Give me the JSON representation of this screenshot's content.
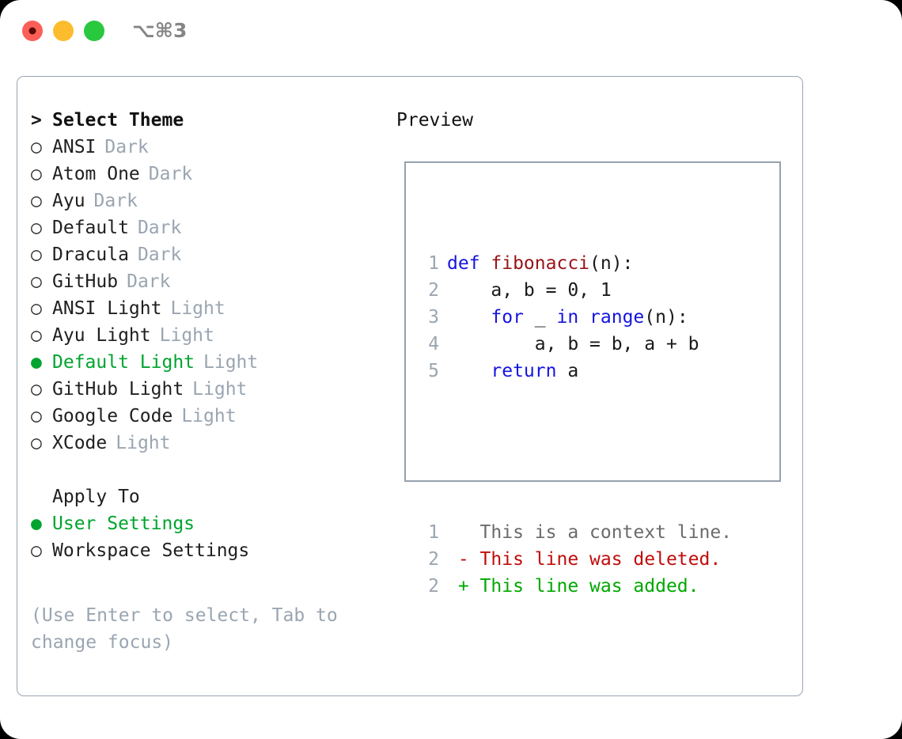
{
  "titlebar": {
    "shortcut": "⌥⌘3",
    "buttons": [
      {
        "name": "close",
        "color": "#fc5f57"
      },
      {
        "name": "minimize",
        "color": "#fdbc2e"
      },
      {
        "name": "maximize",
        "color": "#28c83f"
      }
    ]
  },
  "theme_picker": {
    "header_marker": ">",
    "header": "Select Theme",
    "marker_selected": "●",
    "marker_unselected": "○",
    "items": [
      {
        "label": "ANSI",
        "tag": "Dark",
        "selected": false
      },
      {
        "label": "Atom One",
        "tag": "Dark",
        "selected": false
      },
      {
        "label": "Ayu",
        "tag": "Dark",
        "selected": false
      },
      {
        "label": "Default",
        "tag": "Dark",
        "selected": false
      },
      {
        "label": "Dracula",
        "tag": "Dark",
        "selected": false
      },
      {
        "label": "GitHub",
        "tag": "Dark",
        "selected": false
      },
      {
        "label": "ANSI Light",
        "tag": "Light",
        "selected": false
      },
      {
        "label": "Ayu Light",
        "tag": "Light",
        "selected": false
      },
      {
        "label": "Default Light",
        "tag": "Light",
        "selected": true
      },
      {
        "label": "GitHub Light",
        "tag": "Light",
        "selected": false
      },
      {
        "label": "Google Code",
        "tag": "Light",
        "selected": false
      },
      {
        "label": "XCode",
        "tag": "Light",
        "selected": false
      }
    ]
  },
  "apply_to": {
    "header": "Apply To",
    "items": [
      {
        "label": "User Settings",
        "selected": true
      },
      {
        "label": "Workspace Settings",
        "selected": false
      }
    ]
  },
  "hint": "(Use Enter to select, Tab to change focus)",
  "preview": {
    "title": "Preview",
    "code_lines": [
      {
        "num": "1",
        "tokens": [
          {
            "t": "def ",
            "c": "kw"
          },
          {
            "t": "fibonacci",
            "c": "fn"
          },
          {
            "t": "(n):",
            "c": "plain"
          }
        ]
      },
      {
        "num": "2",
        "tokens": [
          {
            "t": "    a, b = 0, 1",
            "c": "plain"
          }
        ]
      },
      {
        "num": "3",
        "tokens": [
          {
            "t": "    ",
            "c": "plain"
          },
          {
            "t": "for",
            "c": "kw"
          },
          {
            "t": " _ ",
            "c": "plain"
          },
          {
            "t": "in",
            "c": "kw"
          },
          {
            "t": " ",
            "c": "plain"
          },
          {
            "t": "range",
            "c": "kw"
          },
          {
            "t": "(n):",
            "c": "plain"
          }
        ]
      },
      {
        "num": "4",
        "tokens": [
          {
            "t": "        a, b = b, a + b",
            "c": "plain"
          }
        ]
      },
      {
        "num": "5",
        "tokens": [
          {
            "t": "    ",
            "c": "plain"
          },
          {
            "t": "return",
            "c": "kw"
          },
          {
            "t": " a",
            "c": "plain"
          }
        ]
      }
    ],
    "diff_lines": [
      {
        "num": "1",
        "tokens": [
          {
            "t": "   This is a context line.",
            "c": "ctx"
          }
        ]
      },
      {
        "num": "2",
        "tokens": [
          {
            "t": " - This line was deleted.",
            "c": "del"
          }
        ]
      },
      {
        "num": "2",
        "tokens": [
          {
            "t": " + This line was added.",
            "c": "add"
          }
        ]
      }
    ]
  },
  "colors": {
    "accent_green": "#00a42e",
    "muted_gray": "#9aa5b1",
    "keyword_blue": "#1414e0",
    "function_red": "#991317",
    "diff_added": "#00a800",
    "diff_deleted": "#c00c0c",
    "border": "#9aa5b1"
  }
}
